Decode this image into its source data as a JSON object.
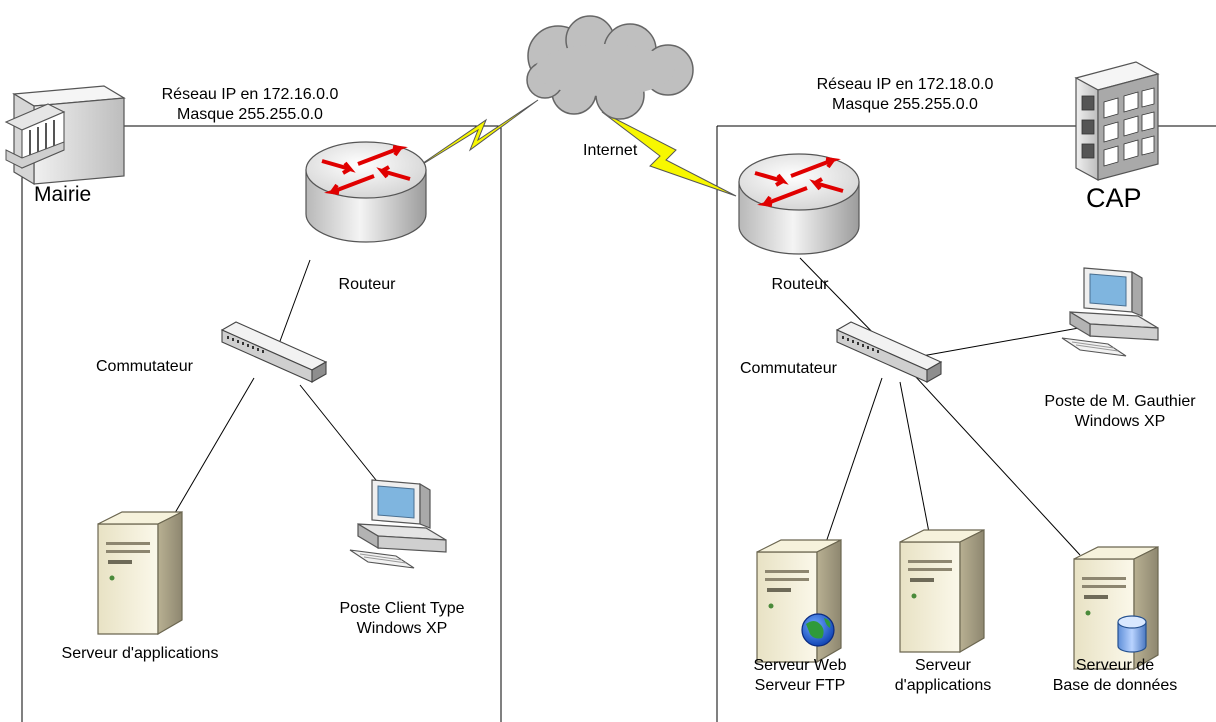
{
  "left_site": {
    "name": "Mairie",
    "network_line1": "Réseau IP en 172.16.0.0",
    "network_line2": "Masque 255.255.0.0",
    "router_label": "Routeur",
    "switch_label": "Commutateur",
    "server_label": "Serveur d'applications",
    "client_line1": "Poste Client Type",
    "client_line2": "Windows XP"
  },
  "internet_label": "Internet",
  "right_site": {
    "name": "CAP",
    "network_line1": "Réseau IP en 172.18.0.0",
    "network_line2": "Masque 255.255.0.0",
    "router_label": "Routeur",
    "switch_label": "Commutateur",
    "workstation_line1": "Poste de M. Gauthier",
    "workstation_line2": "Windows XP",
    "web_server_line1": "Serveur Web",
    "web_server_line2": "Serveur FTP",
    "app_server_line1": "Serveur",
    "app_server_line2": "d'applications",
    "db_server_line1": "Serveur de",
    "db_server_line2": "Base de données"
  },
  "colors": {
    "router_arrow": "#e00000",
    "wan_link": "#f7f700",
    "cloud": "#bfbfbf",
    "line": "#000000"
  }
}
